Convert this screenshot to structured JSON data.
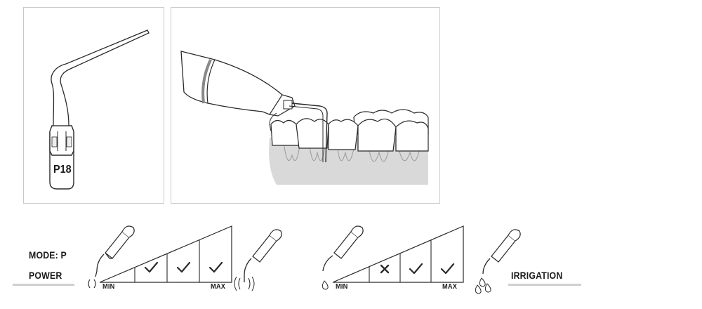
{
  "tip": {
    "code": "P18"
  },
  "mode": {
    "label": "MODE: P"
  },
  "power": {
    "label": "POWER",
    "min_label": "MIN",
    "max_label": "MAX",
    "levels": [
      "check",
      "check",
      "check"
    ]
  },
  "irrigation": {
    "label": "IRRIGATION",
    "min_label": "MIN",
    "max_label": "MAX",
    "levels": [
      "cross",
      "check",
      "check"
    ]
  },
  "icons": {
    "handpiece": "handpiece-tip-icon",
    "vibration": "vibration-waves-icon",
    "water": "water-drop-icon",
    "check": "check-icon",
    "cross": "cross-icon"
  },
  "colors": {
    "line": "#2a2a2a",
    "border": "#c9c9c9",
    "gum": "#d9d9d9",
    "rule": "#d0d0d0"
  }
}
